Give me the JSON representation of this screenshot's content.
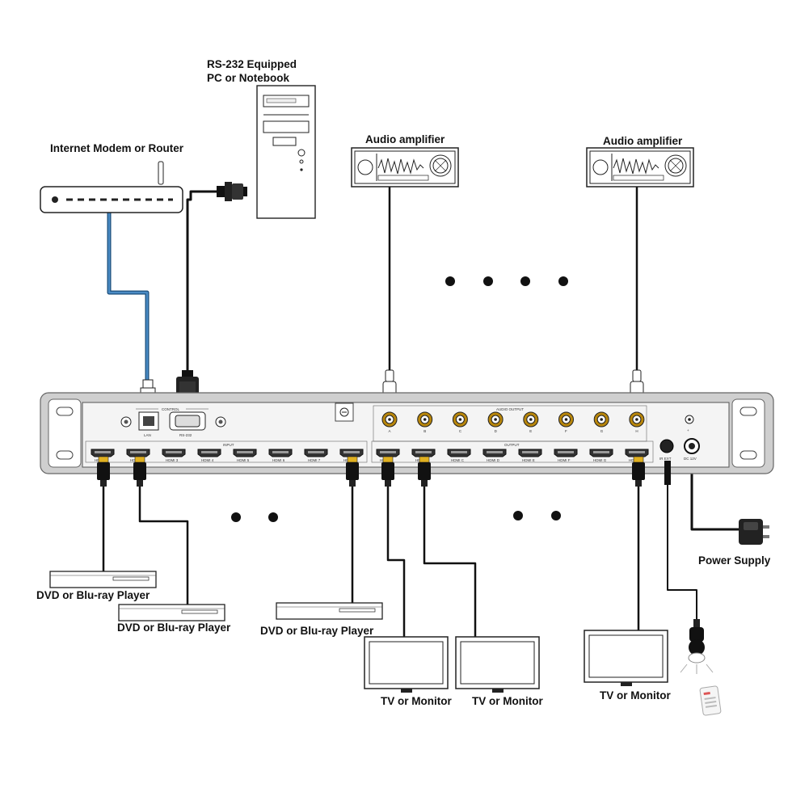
{
  "labels": {
    "pc": [
      "RS-232 Equipped",
      "PC or Notebook"
    ],
    "router": "Internet Modem or Router",
    "amp_left": "Audio amplifier",
    "amp_right": "Audio amplifier",
    "power": "Power Supply",
    "dvd_1": "DVD or Blu-ray Player",
    "dvd_2": "DVD or Blu-ray Player",
    "dvd_3": "DVD or Blu-ray Player",
    "tv_1": "TV or Monitor",
    "tv_2": "TV or Monitor",
    "tv_3": "TV or Monitor"
  },
  "panel": {
    "control": "CONTROL",
    "lan": "LAN",
    "rs232": "RS-232",
    "input": "INPUT",
    "output": "OUTPUT",
    "audio_output": "AUDIO OUTPUT",
    "ir_ext": "IR EXT",
    "dc": "DC 12V",
    "inputs": [
      "HDMI 1",
      "HDMI 2",
      "HDMI 3",
      "HDMI 4",
      "HDMI 5",
      "HDMI 6",
      "HDMI 7",
      "HDMI 8"
    ],
    "outputs": [
      "HDMI A",
      "HDMI B",
      "HDMI C",
      "HDMI D",
      "HDMI E",
      "HDMI F",
      "HDMI G",
      "HDMI H"
    ],
    "audio_ports": [
      "A",
      "B",
      "C",
      "D",
      "E",
      "F",
      "G",
      "H"
    ]
  },
  "colors": {
    "lan_cable": "#2f6ea5",
    "cable": "#111111",
    "rca": "#b8860b",
    "hdmi_tip": "#e0b020",
    "chassis": "#cfcfcf",
    "panel": "#f4f4f4"
  }
}
